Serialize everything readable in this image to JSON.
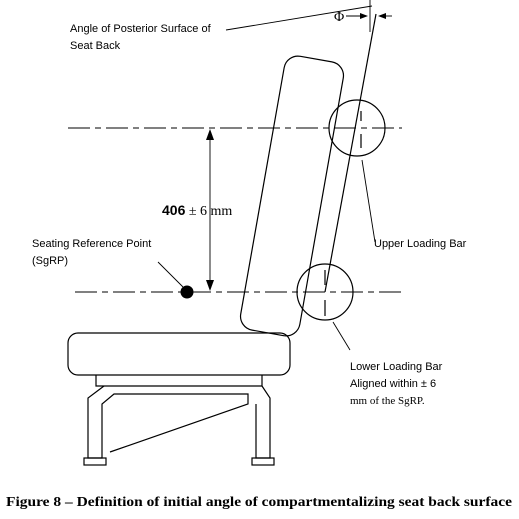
{
  "labels": {
    "angle_line1": "Angle of Posterior Surface of",
    "angle_line2": "Seat Back",
    "phi": "Φ",
    "dimension_value": "406",
    "dimension_tol": " ± 6 mm",
    "srp_line1": "Seating Reference Point",
    "srp_line2": "(SgRP)",
    "upper_bar": "Upper Loading Bar",
    "lower_line1": "Lower Loading Bar",
    "lower_line2": "Aligned within ± 6",
    "lower_line3": "mm of the SgRP."
  },
  "caption": "Figure 8 – Definition of initial angle of compartmentalizing seat back surface"
}
